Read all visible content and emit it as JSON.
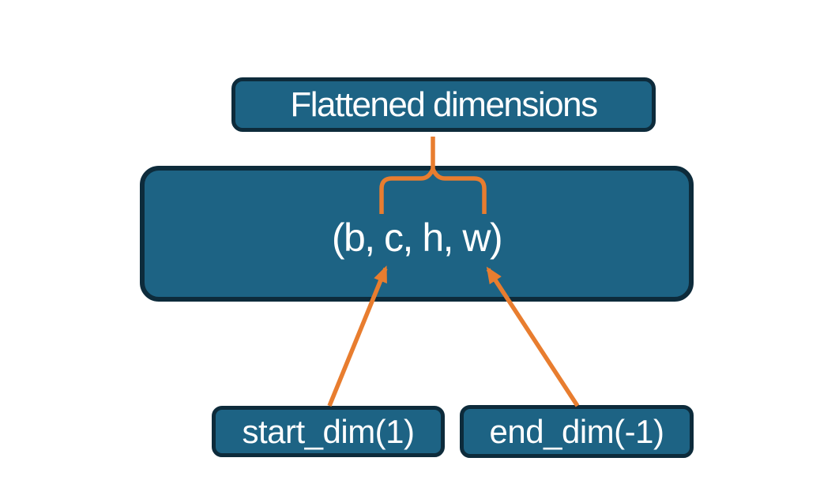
{
  "diagram": {
    "nodes": {
      "flattened_dimensions": {
        "label": "Flattened dimensions"
      },
      "tensor_shape": {
        "label": "(b, c, h, w)"
      },
      "start_dim": {
        "label": "start_dim(1)"
      },
      "end_dim": {
        "label": "end_dim(-1)"
      }
    },
    "connectors": [
      {
        "name": "brace-stem",
        "type": "line",
        "from": "flattened_dimensions",
        "to": "brace-peak"
      },
      {
        "name": "brace",
        "type": "curly-brace-up",
        "spans": "c, h, w"
      },
      {
        "name": "start-dim-arrow",
        "type": "arrow",
        "from": "start_dim",
        "points_to": "c"
      },
      {
        "name": "end-dim-arrow",
        "type": "arrow",
        "from": "end_dim",
        "points_to": "w"
      }
    ]
  },
  "colors": {
    "background": "#ffffff",
    "node_fill": "#1d6384",
    "node_border": "#0d2b3b",
    "node_text": "#ffffff",
    "connector": "#e87d2f"
  }
}
